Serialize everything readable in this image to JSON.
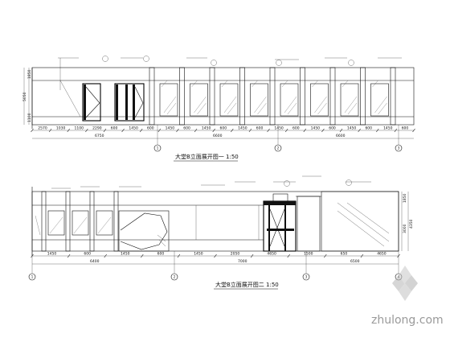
{
  "drawing_1": {
    "title": "大堂B立面展开图一 1:50",
    "segments": [
      "2570",
      "1030",
      "1100",
      "2290",
      "600",
      "1450",
      "600",
      "1450",
      "600",
      "1450",
      "600",
      "1450",
      "600",
      "1450",
      "600",
      "1450",
      "600",
      "1450",
      "600",
      "1450",
      "600"
    ],
    "totals": [
      "6750",
      "6600",
      "6600"
    ],
    "side_dims": [
      "1850",
      "5050",
      "1100"
    ],
    "axis_labels": [
      "1",
      "2",
      "3"
    ]
  },
  "drawing_2": {
    "title": "大堂B立面展开图二 1:50",
    "segments": [
      "1450",
      "600",
      "1450",
      "600",
      "1450",
      "2050",
      "4650",
      "1500",
      "650",
      "4650"
    ],
    "totals": [
      "6400",
      "7000",
      "6500"
    ],
    "side_dims": [
      "1850",
      "3000",
      "4350"
    ],
    "axis_labels": [
      "1",
      "2",
      "3",
      "4"
    ]
  },
  "watermark": {
    "text": "zhulong.com"
  },
  "colors": {
    "line": "#111111",
    "background": "#ffffff",
    "watermark": "#9a9a9a"
  }
}
